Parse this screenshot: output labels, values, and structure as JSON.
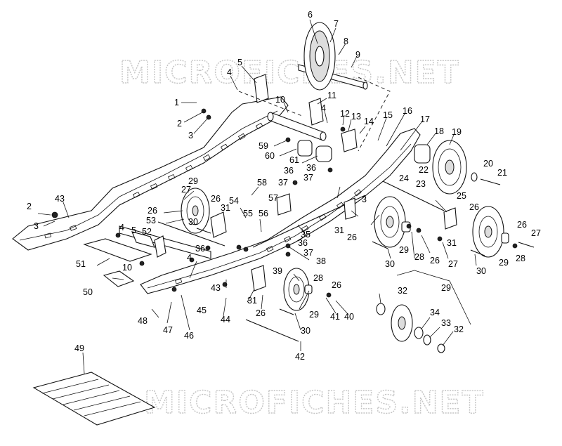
{
  "watermark": {
    "top": "MICROFICHES.NET",
    "bottom": "MICROFICHES.NET"
  },
  "callouts": [
    {
      "id": "c6a",
      "text": "6"
    },
    {
      "id": "c7",
      "text": "7"
    },
    {
      "id": "c8",
      "text": "8"
    },
    {
      "id": "c9",
      "text": "9"
    },
    {
      "id": "c5a",
      "text": "5"
    },
    {
      "id": "c4a",
      "text": "4"
    },
    {
      "id": "c1",
      "text": "1"
    },
    {
      "id": "c2a",
      "text": "2"
    },
    {
      "id": "c3a",
      "text": "3"
    },
    {
      "id": "c10a",
      "text": "10"
    },
    {
      "id": "c11",
      "text": "11"
    },
    {
      "id": "c4b",
      "text": "4"
    },
    {
      "id": "c12",
      "text": "12"
    },
    {
      "id": "c13",
      "text": "13"
    },
    {
      "id": "c14",
      "text": "14"
    },
    {
      "id": "c15",
      "text": "15"
    },
    {
      "id": "c16",
      "text": "16"
    },
    {
      "id": "c17",
      "text": "17"
    },
    {
      "id": "c18",
      "text": "18"
    },
    {
      "id": "c19",
      "text": "19"
    },
    {
      "id": "c59",
      "text": "59"
    },
    {
      "id": "c60",
      "text": "60"
    },
    {
      "id": "c61",
      "text": "61"
    },
    {
      "id": "c36a",
      "text": "36"
    },
    {
      "id": "c36b",
      "text": "36"
    },
    {
      "id": "c37a",
      "text": "37"
    },
    {
      "id": "c22",
      "text": "22"
    },
    {
      "id": "c24",
      "text": "24"
    },
    {
      "id": "c23",
      "text": "23"
    },
    {
      "id": "c20",
      "text": "20"
    },
    {
      "id": "c21",
      "text": "21"
    },
    {
      "id": "c43a",
      "text": "43"
    },
    {
      "id": "c2b",
      "text": "2"
    },
    {
      "id": "c3b",
      "text": "3"
    },
    {
      "id": "c27a",
      "text": "27"
    },
    {
      "id": "c29a",
      "text": "29"
    },
    {
      "id": "c26a",
      "text": "26"
    },
    {
      "id": "c26b",
      "text": "26"
    },
    {
      "id": "c31a",
      "text": "31"
    },
    {
      "id": "c58",
      "text": "58"
    },
    {
      "id": "c37b",
      "text": "37"
    },
    {
      "id": "c25",
      "text": "25"
    },
    {
      "id": "c57",
      "text": "57"
    },
    {
      "id": "c54",
      "text": "54"
    },
    {
      "id": "c53",
      "text": "53"
    },
    {
      "id": "c3c",
      "text": "3"
    },
    {
      "id": "c26c",
      "text": "26"
    },
    {
      "id": "c55",
      "text": "55"
    },
    {
      "id": "c56",
      "text": "56"
    },
    {
      "id": "c30a",
      "text": "30"
    },
    {
      "id": "c5b",
      "text": "5"
    },
    {
      "id": "c4c",
      "text": "4"
    },
    {
      "id": "c52",
      "text": "52"
    },
    {
      "id": "c35",
      "text": "35"
    },
    {
      "id": "c31b",
      "text": "31"
    },
    {
      "id": "c26d",
      "text": "26"
    },
    {
      "id": "c31c",
      "text": "31"
    },
    {
      "id": "c26e",
      "text": "26"
    },
    {
      "id": "c27b",
      "text": "27"
    },
    {
      "id": "c36c",
      "text": "36"
    },
    {
      "id": "c36d",
      "text": "36"
    },
    {
      "id": "c37c",
      "text": "37"
    },
    {
      "id": "c51",
      "text": "51"
    },
    {
      "id": "c4d",
      "text": "4"
    },
    {
      "id": "c38",
      "text": "38"
    },
    {
      "id": "c29b",
      "text": "29"
    },
    {
      "id": "c28a",
      "text": "28"
    },
    {
      "id": "c26f",
      "text": "26"
    },
    {
      "id": "c27c",
      "text": "27"
    },
    {
      "id": "c30b",
      "text": "30"
    },
    {
      "id": "c29c",
      "text": "29"
    },
    {
      "id": "c28b",
      "text": "28"
    },
    {
      "id": "c30c",
      "text": "30"
    },
    {
      "id": "c10b",
      "text": "10"
    },
    {
      "id": "c39",
      "text": "39"
    },
    {
      "id": "c43b",
      "text": "43"
    },
    {
      "id": "c28c",
      "text": "28"
    },
    {
      "id": "c26g",
      "text": "26"
    },
    {
      "id": "c50",
      "text": "50"
    },
    {
      "id": "c31d",
      "text": "31"
    },
    {
      "id": "c45",
      "text": "45"
    },
    {
      "id": "c26h",
      "text": "26"
    },
    {
      "id": "c29d",
      "text": "29"
    },
    {
      "id": "c41",
      "text": "41"
    },
    {
      "id": "c40",
      "text": "40"
    },
    {
      "id": "c44",
      "text": "44"
    },
    {
      "id": "c48",
      "text": "48"
    },
    {
      "id": "c47",
      "text": "47"
    },
    {
      "id": "c46",
      "text": "46"
    },
    {
      "id": "c30d",
      "text": "30"
    },
    {
      "id": "c32a",
      "text": "32"
    },
    {
      "id": "c29e",
      "text": "29"
    },
    {
      "id": "c34",
      "text": "34"
    },
    {
      "id": "c33",
      "text": "33"
    },
    {
      "id": "c32b",
      "text": "32"
    },
    {
      "id": "c42",
      "text": "42"
    },
    {
      "id": "c49",
      "text": "49"
    }
  ]
}
